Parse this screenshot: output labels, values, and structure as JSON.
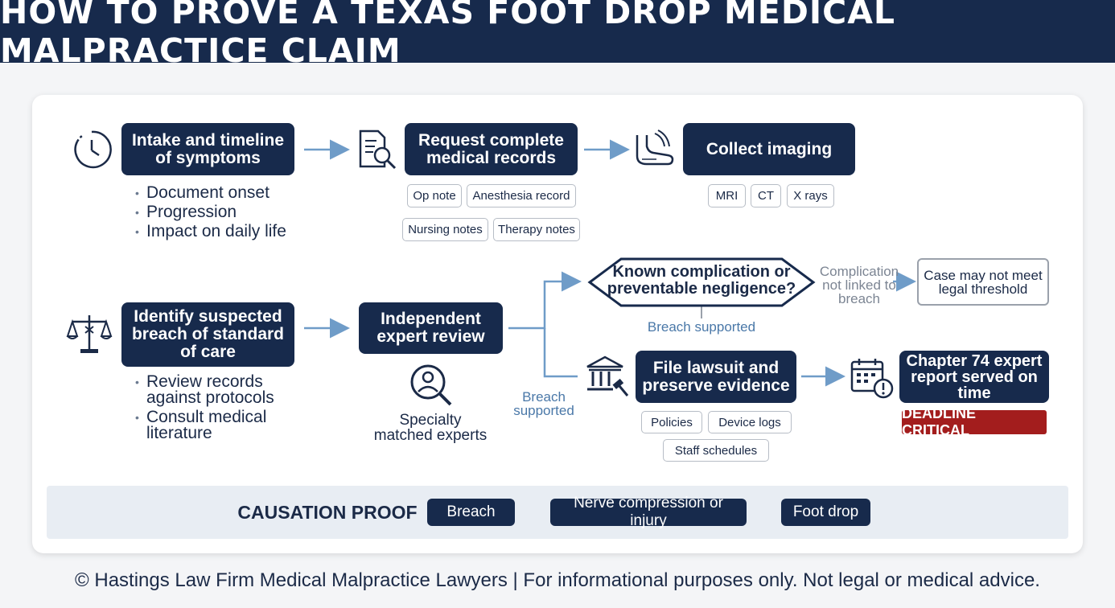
{
  "title": "HOW TO PROVE A TEXAS FOOT DROP MEDICAL MALPRACTICE CLAIM",
  "steps": {
    "intake": {
      "label": "Intake and timeline of symptoms",
      "bullets": [
        "Document onset",
        "Progression",
        "Impact on daily life"
      ],
      "icon": "clock-icon"
    },
    "records": {
      "label": "Request complete medical records",
      "tags": [
        "Op note",
        "Anesthesia record",
        "Nursing notes",
        "Therapy notes"
      ],
      "icon": "document-search-icon"
    },
    "imaging": {
      "label": "Collect imaging",
      "tags": [
        "MRI",
        "CT",
        "X rays"
      ],
      "icon": "foot-scan-icon"
    },
    "breach": {
      "label": "Identify suspected breach of standard of care",
      "bullets": [
        "Review records against protocols",
        "Consult medical literature"
      ],
      "icon": "scales-icon"
    },
    "expert": {
      "label": "Independent expert review",
      "sublabel": "Specialty matched experts",
      "icon": "expert-search-icon"
    },
    "decision": {
      "label": "Known complication or preventable negligence?",
      "no_label": "Complication not linked to breach",
      "no_outcome": "Case may not meet legal threshold",
      "yes_label": "Breach supported"
    },
    "branch_label": "Breach supported",
    "lawsuit": {
      "label": "File lawsuit and preserve evidence",
      "tags": [
        "Policies",
        "Device logs",
        "Staff schedules"
      ],
      "icon": "courthouse-icon"
    },
    "report": {
      "label": "Chapter 74 expert report served on time",
      "badge": "DEADLINE CRITICAL",
      "icon": "calendar-alert-icon"
    }
  },
  "causation": {
    "heading": "CAUSATION PROOF",
    "chain": [
      "Breach",
      "Nerve compression or injury",
      "Foot drop"
    ]
  },
  "footer": "© Hastings Law Firm Medical Malpractice Lawyers | For informational purposes only. Not legal or medical advice.",
  "colors": {
    "navy": "#172a4c",
    "arrow": "#6f9cc8",
    "deadline": "#a31d1d",
    "label_blue": "#4a78a8"
  }
}
